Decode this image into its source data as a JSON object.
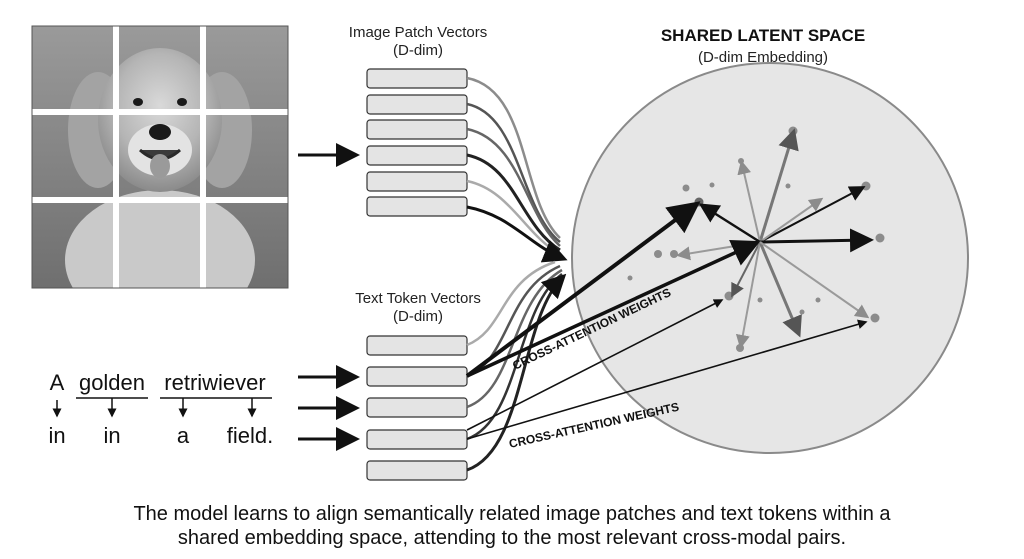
{
  "image_patch_vectors": {
    "title": "Image Patch Vectors",
    "subtitle": "(D-dim)"
  },
  "text_token_vectors": {
    "title": "Text Token Vectors",
    "subtitle": "(D-dim)"
  },
  "latent_space": {
    "title": "SHARED LATENT SPACE",
    "subtitle": "(D-dim Embedding)"
  },
  "cross_attention_label": "CROSS-ATTENTION WEIGHTS",
  "sentence": {
    "row1": [
      "A",
      "golden",
      "retriwiever"
    ],
    "row2": [
      "in",
      "in",
      "a",
      "field."
    ]
  },
  "caption": {
    "line1": "The model learns to align semantically related image patches and text tokens within a",
    "line2": "shared embedding space, attending to the most relevant cross-modal pairs."
  },
  "image": {
    "subject": "golden retriever photo split into a 3x3 grid of patches"
  },
  "colors": {
    "ellipse_fill": "#e6e6e6",
    "ellipse_stroke": "#8a8a8a",
    "arrow_dark": "#111111",
    "arrow_gray": "#8c8c8c"
  }
}
